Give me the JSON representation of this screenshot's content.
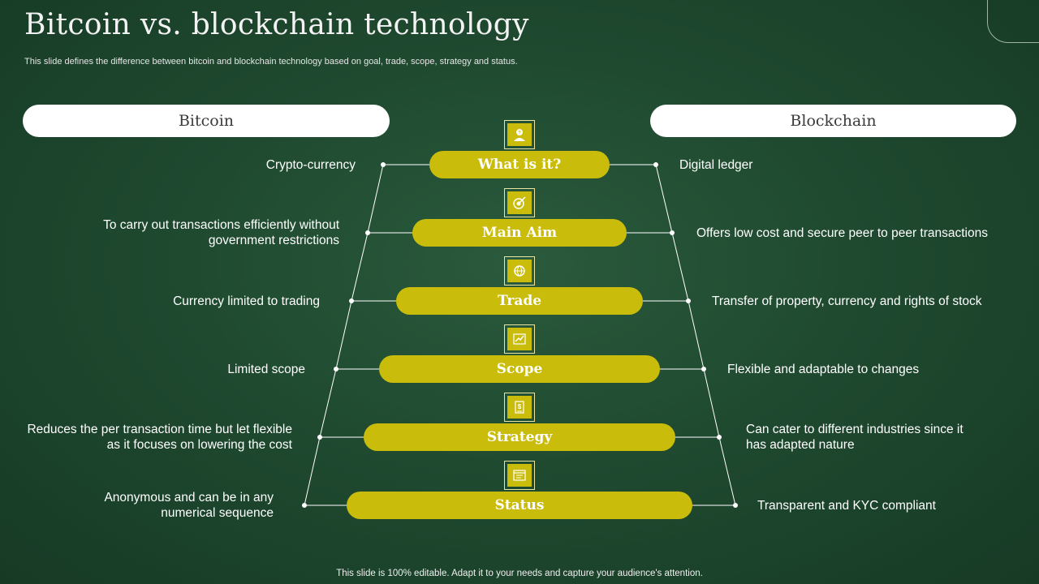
{
  "slide": {
    "title": "Bitcoin vs. blockchain technology",
    "subtitle": "This slide defines the difference between bitcoin and blockchain technology based on goal, trade, scope, strategy and status.",
    "footer": "This slide is 100% editable. Adapt it to your needs and capture your audience's attention."
  },
  "headers": {
    "left": "Bitcoin",
    "right": "Blockchain"
  },
  "rows": [
    {
      "label": "What is it?",
      "icon": "person-question-icon",
      "left": "Crypto-currency",
      "right": "Digital ledger"
    },
    {
      "label": "Main Aim",
      "icon": "target-arrow-icon",
      "left": "To carry out transactions efficiently without government restrictions",
      "right": "Offers low cost and secure peer to peer transactions"
    },
    {
      "label": "Trade",
      "icon": "globe-exchange-icon",
      "left": "Currency limited to trading",
      "right": "Transfer of property, currency and rights of stock"
    },
    {
      "label": "Scope",
      "icon": "growth-chart-icon",
      "left": "Limited scope",
      "right": "Flexible and adaptable to changes"
    },
    {
      "label": "Strategy",
      "icon": "strategy-board-icon",
      "left": "Reduces the per transaction time but let flexible as it focuses on lowering the cost",
      "right": "Can cater to different industries since it has adapted nature"
    },
    {
      "label": "Status",
      "icon": "status-window-icon",
      "left": "Anonymous and can be in any numerical sequence",
      "right": "Transparent and KYC compliant"
    }
  ],
  "colors": {
    "accent": "#c9bc0b",
    "background": "#1f4a30",
    "headerPill": "#ffffff"
  }
}
